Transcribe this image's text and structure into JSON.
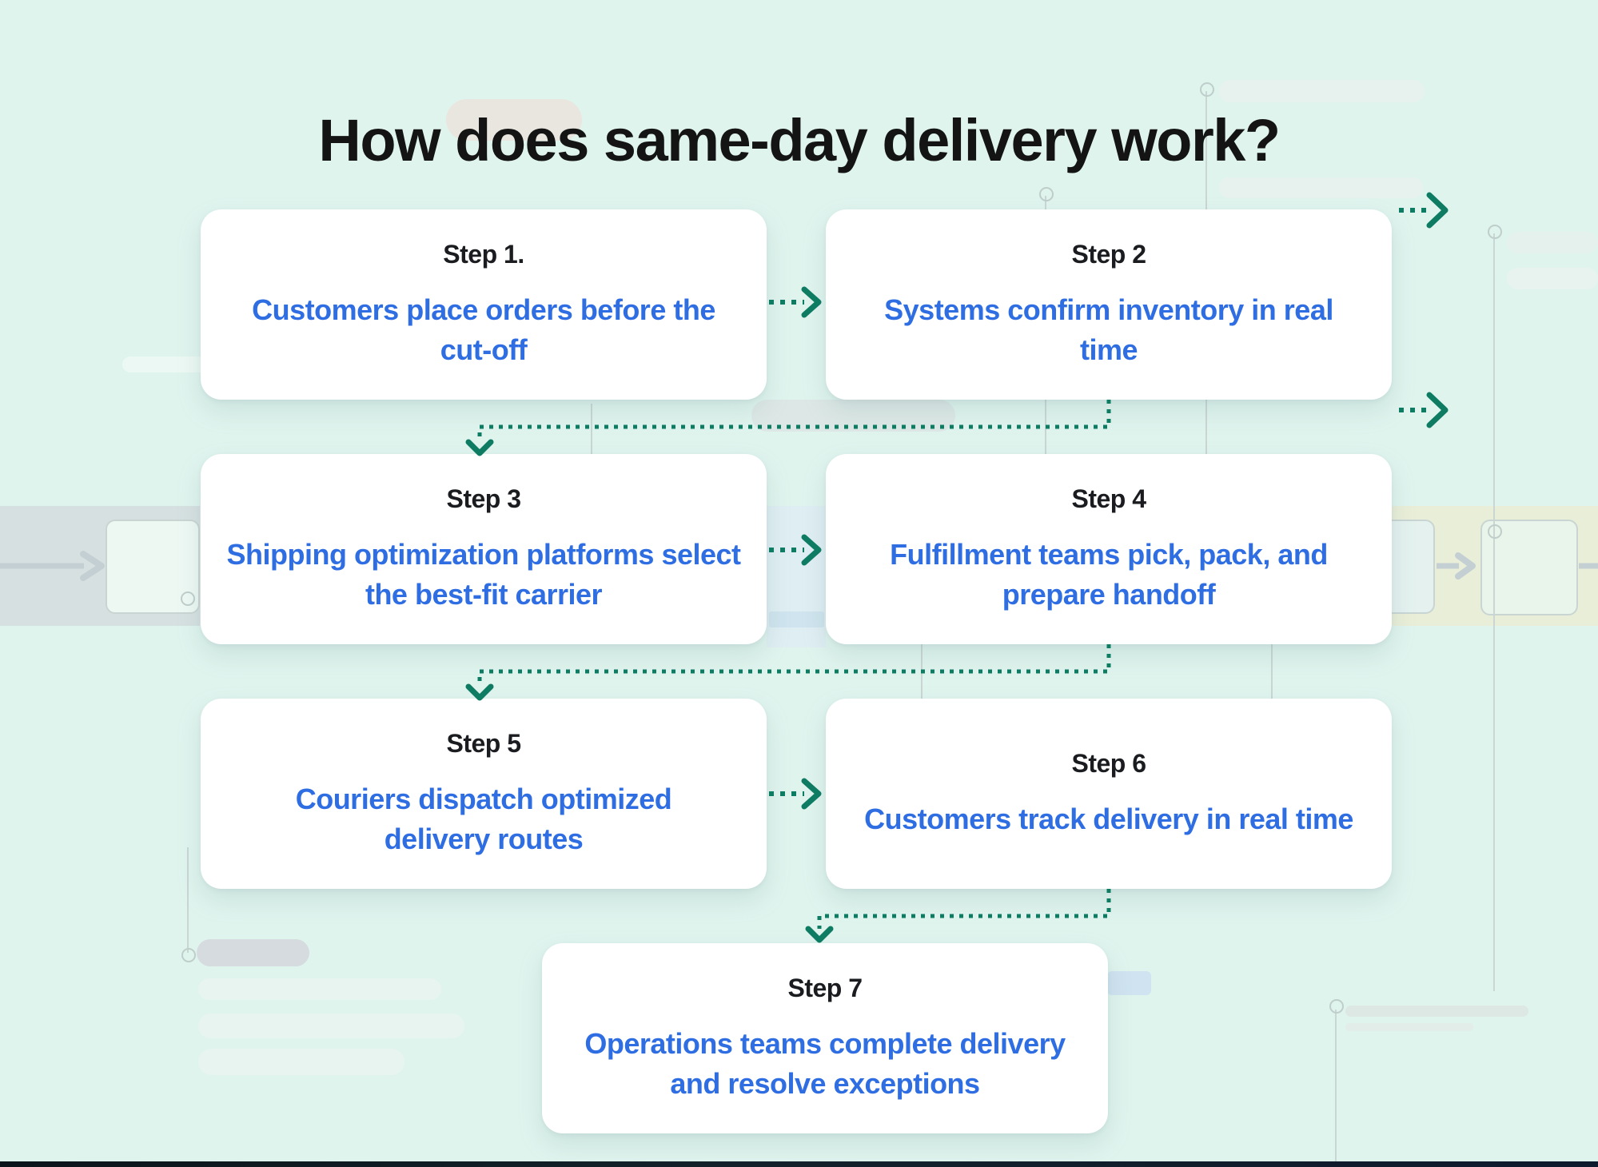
{
  "title": "How does same-day delivery work?",
  "steps": [
    {
      "label": "Step 1.",
      "text": "Customers place orders before the cut-off"
    },
    {
      "label": "Step 2",
      "text": "Systems confirm inventory in real time"
    },
    {
      "label": "Step 3",
      "text": "Shipping optimization platforms select the best-fit carrier"
    },
    {
      "label": "Step 4",
      "text": "Fulfillment teams pick, pack, and prepare handoff"
    },
    {
      "label": "Step 5",
      "text": "Couriers dispatch optimized delivery routes"
    },
    {
      "label": "Step 6",
      "text": "Customers track delivery in real time"
    },
    {
      "label": "Step 7",
      "text": "Operations teams complete delivery and resolve exceptions"
    }
  ],
  "colors": {
    "background": "#e0f4ee",
    "card": "#ffffff",
    "step_label": "#1a1c20",
    "step_text_blue": "#2f6ee2",
    "arrow_teal": "#0e7c62",
    "band_gray": "#d6e0e1",
    "band_yellow": "#e9eed8",
    "bottom_bar": "#0e1a26"
  }
}
